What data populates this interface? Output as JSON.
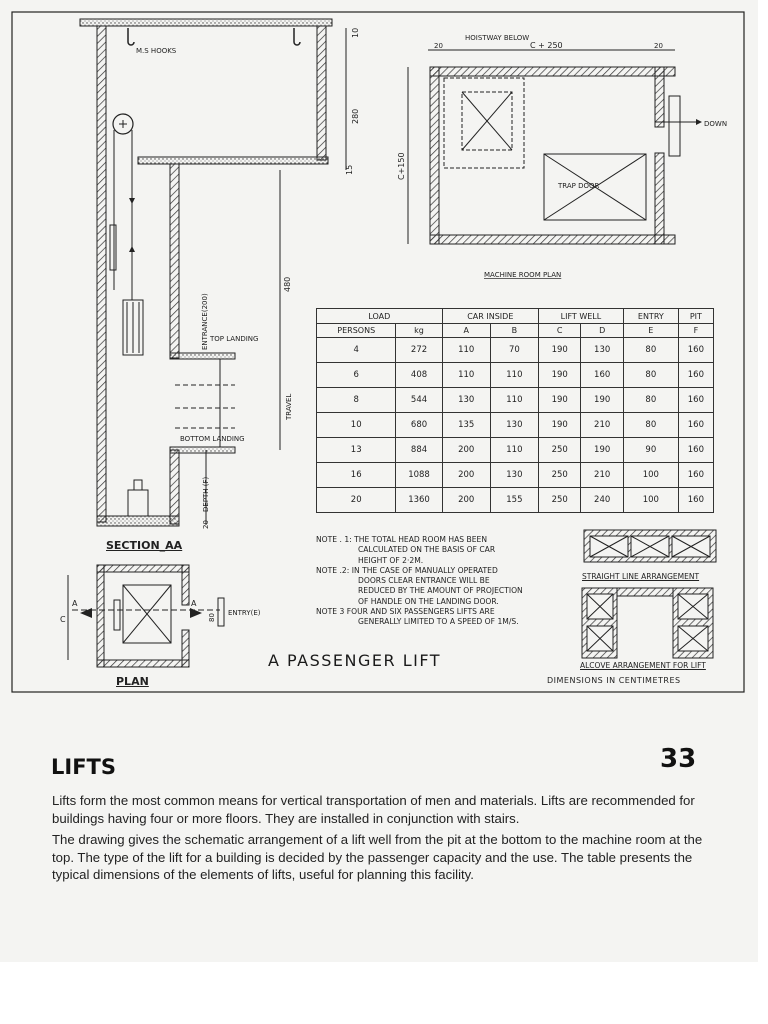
{
  "page": {
    "number": "33",
    "heading": "LIFTS",
    "paragraphs": [
      "Lifts form the most common means for vertical transportation of men and materials. Lifts are recommended for buildings having four or more floors. They are installed in conjunction with stairs.",
      "The drawing gives the schematic arrangement of a lift well from the pit at the bottom to the machine room at the top. The type of the lift for a building is decided by the passenger capacity and the use. The table presents the typical dimensions of the elements of lifts, useful for planning this facility."
    ]
  },
  "drawing": {
    "title": "A PASSENGER LIFT",
    "dimensions_note": "DIMENSIONS  IN  CENTIMETRES",
    "section_caption": "SECTION_AA",
    "plan_caption": "PLAN",
    "machine_room_caption": "MACHINE ROOM  PLAN",
    "straight_caption": "STRAIGHT LINE ARRANGEMENT",
    "alcove_caption": "ALCOVE ARRANGEMENT FOR LIFT",
    "labels": {
      "ms_hooks": "M.S HOOKS",
      "hoistway_below": "HOISTWAY BELOW",
      "c_plus_250": "C + 250",
      "down": "DOWN",
      "trap_door": "TRAP DOOR",
      "c_plus_150": "C+150",
      "dim_280": "280",
      "dim_480": "480",
      "dim_10": "10",
      "dim_15": "15",
      "dim_20": "20",
      "dim_80": "80",
      "entrance": "ENTRANCE(200)",
      "top_landing": "TOP LANDING",
      "bottom_landing": "BOTTOM LANDING",
      "travel": "TRAVEL",
      "depth": "DEPTH (F)",
      "entry_e": "ENTRY(E)",
      "a": "A",
      "c": "C"
    },
    "notes": [
      {
        "lead": "NOTE . 1:",
        "lines": [
          "THE TOTAL HEAD ROOM HAS BEEN",
          "CALCULATED ON THE BASIS OF CAR",
          "HEIGHT OF 2·2m."
        ]
      },
      {
        "lead": "NOTE .2:",
        "lines": [
          "IN THE CASE OF MANUALLY OPERATED",
          "DOORS CLEAR ENTRANCE WILL BE",
          "REDUCED BY THE AMOUNT OF PROJECTION",
          "OF HANDLE ON THE LANDING DOOR."
        ]
      },
      {
        "lead": "NOTE 3",
        "lines": [
          "FOUR AND SIX PASSENGERS LIFTS ARE",
          "GENERALLY LIMITED TO A SPEED OF 1m/s."
        ]
      }
    ]
  },
  "table": {
    "group_headers": [
      "LOAD",
      "CAR INSIDE",
      "LIFT WELL",
      "ENTRY",
      "PIT"
    ],
    "sub_headers": [
      "PERSONS",
      "kg",
      "A",
      "B",
      "C",
      "D",
      "E",
      "F"
    ],
    "rows": [
      [
        "4",
        "272",
        "110",
        "70",
        "190",
        "130",
        "80",
        "160"
      ],
      [
        "6",
        "408",
        "110",
        "110",
        "190",
        "160",
        "80",
        "160"
      ],
      [
        "8",
        "544",
        "130",
        "110",
        "190",
        "190",
        "80",
        "160"
      ],
      [
        "10",
        "680",
        "135",
        "130",
        "190",
        "210",
        "80",
        "160"
      ],
      [
        "13",
        "884",
        "200",
        "110",
        "250",
        "190",
        "90",
        "160"
      ],
      [
        "16",
        "1088",
        "200",
        "130",
        "250",
        "210",
        "100",
        "160"
      ],
      [
        "20",
        "1360",
        "200",
        "155",
        "250",
        "240",
        "100",
        "160"
      ]
    ]
  }
}
